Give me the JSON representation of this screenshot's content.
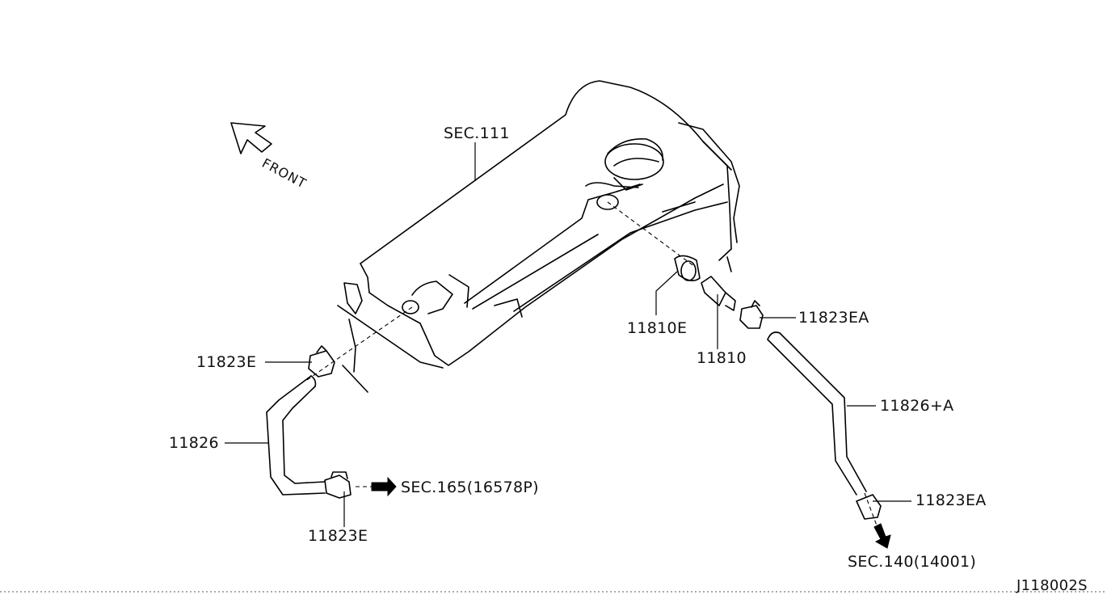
{
  "labels": {
    "sec111": "SEC.111",
    "front": "FRONT",
    "part_11810E": "11810E",
    "part_11810": "11810",
    "part_11823EA_top": "11823EA",
    "part_11823E_left": "11823E",
    "part_11826": "11826",
    "part_11826A": "11826+A",
    "part_11823E_bottom": "11823E",
    "sec165": "SEC.165(16578P)",
    "part_11823EA_bottom": "11823EA",
    "sec140": "SEC.140(14001)",
    "drawing_id": "J118002S"
  },
  "colors": {
    "line": "#000000",
    "background": "#ffffff"
  }
}
